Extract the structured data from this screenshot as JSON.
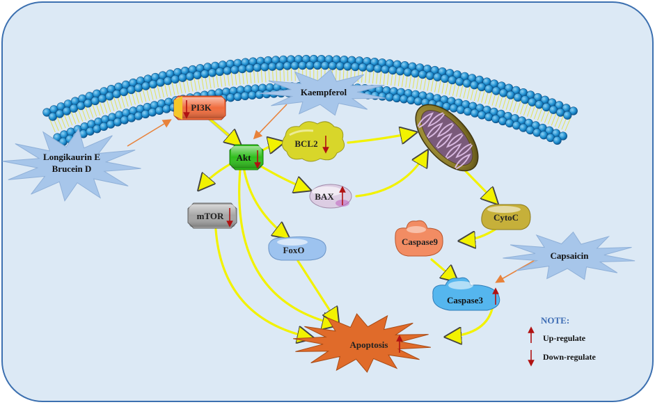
{
  "colors": {
    "cell_background": "#dce9f5",
    "cell_border": "#3c70b0",
    "membrane_bead": "#1f8fd0",
    "tail": "#e3e25a",
    "yellow_arrow": "#f2f200",
    "drug_arrow": "#e8823a",
    "up_down_arrow": "#b01212",
    "note_title": "#3d6cb4",
    "starburst_fill": "#a7c6ea",
    "pi3k_fill": "#f06b3c",
    "akt_fill": "#2fbe1c",
    "bcl2_fill": "#d8d62a",
    "bax_fill": "#dccde3",
    "mtor_fill": "#a5a5a5",
    "foxo_fill": "#9dc3ef",
    "cytoc_fill": "#c6b03a",
    "caspase9_fill": "#f28c63",
    "caspase3_fill": "#55b6ee",
    "apoptosis_fill": "#e06b2a"
  },
  "labels": {
    "drug_left_line1": "Longikaurin E",
    "drug_left_line2": "Brucein D",
    "drug_top": "Kaempferol",
    "drug_right": "Capsaicin",
    "pi3k": "PI3K",
    "akt": "Akt",
    "bcl2": "BCL2",
    "bax": "BAX",
    "mtor": "mTOR",
    "foxo": "FoxO",
    "cytoc": "CytoC",
    "caspase9": "Caspase9",
    "caspase3": "Caspase3",
    "apoptosis": "Apoptosis"
  },
  "regulation": {
    "pi3k": "down",
    "akt": "down",
    "bcl2": "down",
    "bax": "up",
    "mtor": "down",
    "caspase3": "up",
    "apoptosis": "up"
  },
  "note": {
    "title": "NOTE:",
    "up": "Up-regulate",
    "down": "Down-regulate"
  }
}
